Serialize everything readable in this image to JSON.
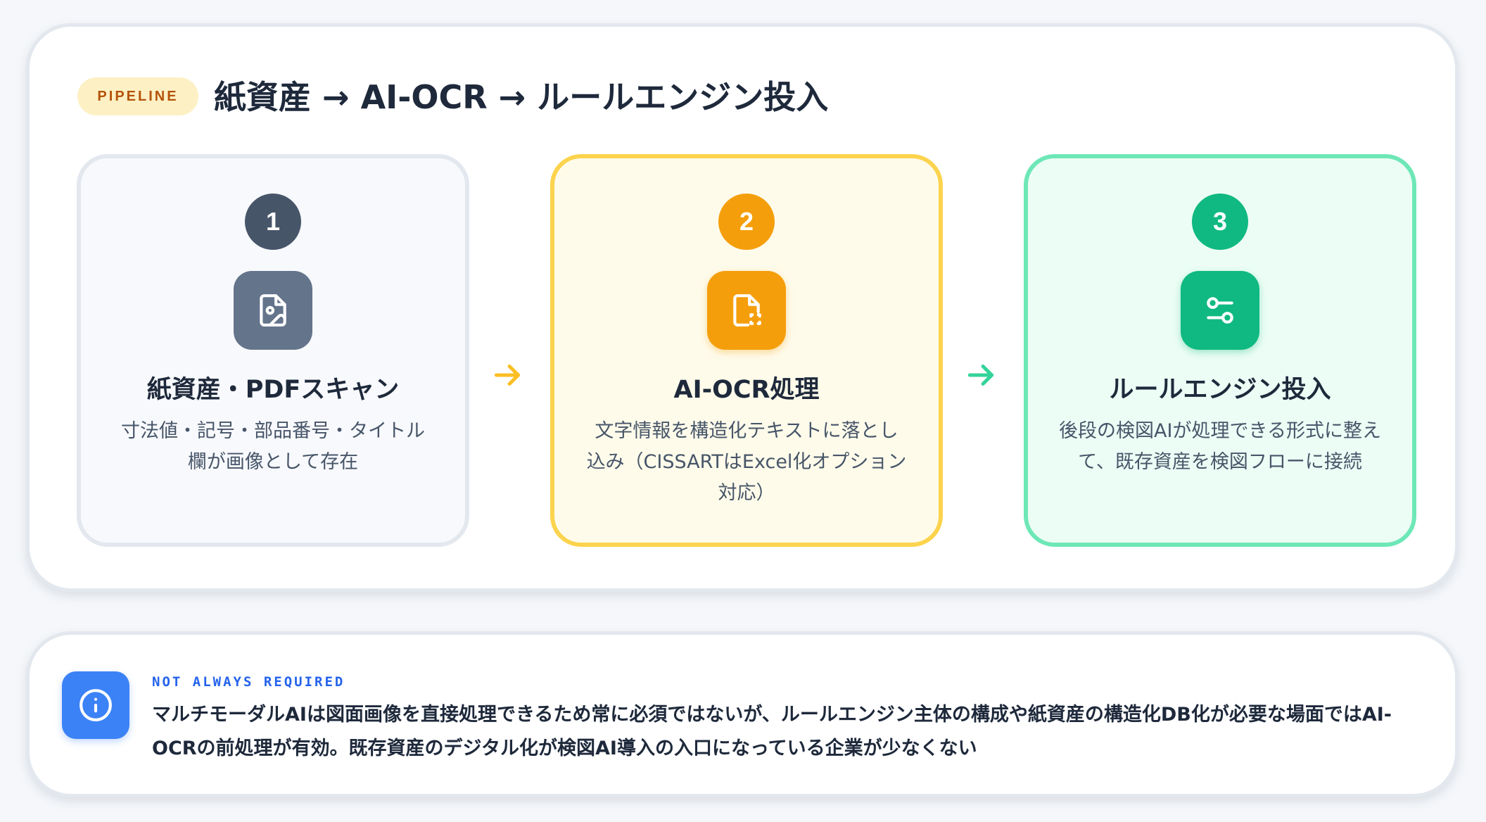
{
  "header": {
    "badge": "PIPELINE",
    "title": "紙資産 → AI-OCR → ルールエンジン投入"
  },
  "steps": [
    {
      "number": "1",
      "icon": "file-image-icon",
      "title": "紙資産・PDFスキャン",
      "description": "寸法値・記号・部品番号・タイトル欄が画像として存在",
      "color": "#64748b"
    },
    {
      "number": "2",
      "icon": "file-scan-icon",
      "title": "AI-OCR処理",
      "description": "文字情報を構造化テキストに落とし込み（CISSARTはExcel化オプション対応）",
      "color": "#f59e0b"
    },
    {
      "number": "3",
      "icon": "sliders-toggle-icon",
      "title": "ルールエンジン投入",
      "description": "後段の検図AIが処理できる形式に整えて、既存資産を検図フローに接続",
      "color": "#10b981"
    }
  ],
  "arrows": [
    {
      "icon": "arrow-right-icon",
      "color": "#fbbf24"
    },
    {
      "icon": "arrow-right-icon",
      "color": "#34d399"
    }
  ],
  "note": {
    "icon": "info-icon",
    "label": "NOT ALWAYS REQUIRED",
    "text": "マルチモーダルAIは図面画像を直接処理できるため常に必須ではないが、ルールエンジン主体の構成や紙資産の構造化DB化が必要な場面ではAI-OCRの前処理が有効。既存資産のデジタル化が検図AI導入の入口になっている企業が少なくない",
    "color": "#3b82f6"
  }
}
